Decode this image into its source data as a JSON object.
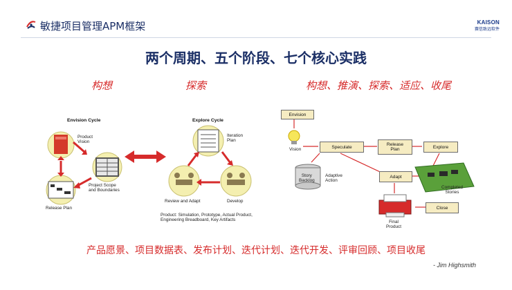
{
  "header": {
    "title": "敏捷项目管理APM框架",
    "brand_line1": "KAISON",
    "brand_line2": "赛信致远软件"
  },
  "main_title": "两个周期、五个阶段、七个核心实践",
  "section_labels": {
    "envision": "构想",
    "explore": "探索",
    "phases": "构想、推演、探索、适应、收尾"
  },
  "envision_cycle": {
    "title": "Envision Cycle",
    "product_vision": "Product\nVision",
    "scope": "Project Scope\nand Boundaries",
    "release_plan": "Release Plan"
  },
  "explore_cycle": {
    "title": "Explore Cycle",
    "iteration_plan": "Iteration\nPlan",
    "review": "Review and Adapt",
    "develop": "Develop",
    "product_desc": "Product: Simulation, Prototype, Actual Product,\nEngineering Breadboard, Key Artifacts"
  },
  "flow": {
    "envision": "Envision",
    "vision": "Vision",
    "speculate": "Speculate",
    "release_plan": "Release\nPlan",
    "explore": "Explore",
    "story_backlog": "Story\nBacklog",
    "adaptive_action": "Adaptive\nAction",
    "adapt": "Adapt",
    "completed_stories": "Completed\nStories",
    "close": "Close",
    "final_product": "Final\nProduct"
  },
  "practices": "产品愿景、项目数据表、发布计划、迭代计划、迭代开发、评审回顾、项目收尾",
  "credit": "- Jim Highsmith",
  "colors": {
    "navy": "#1b2f66",
    "red": "#d62b2b",
    "box_fill": "#f6ecc2",
    "circle_fill": "#f4efb0"
  }
}
